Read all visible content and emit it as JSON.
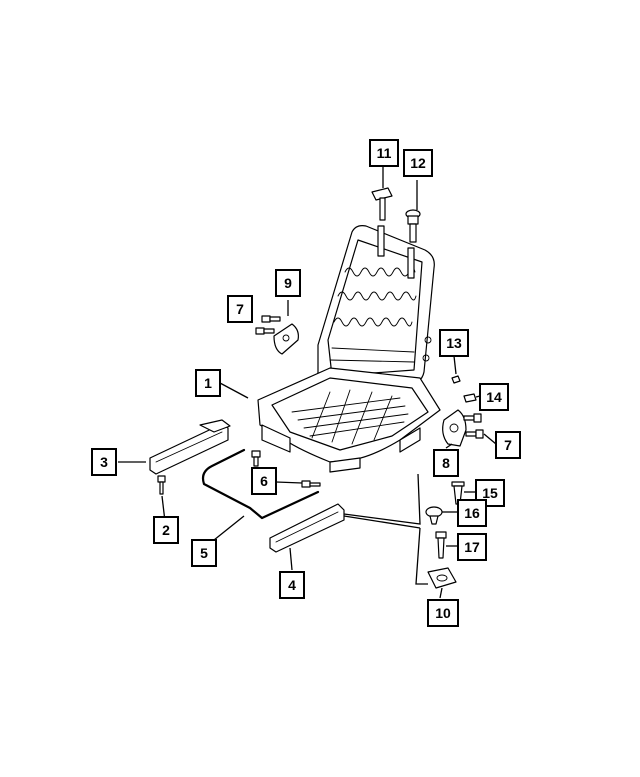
{
  "diagram": {
    "callouts": [
      {
        "id": "c1",
        "label": "1"
      },
      {
        "id": "c2",
        "label": "2"
      },
      {
        "id": "c3",
        "label": "3"
      },
      {
        "id": "c4",
        "label": "4"
      },
      {
        "id": "c5",
        "label": "5"
      },
      {
        "id": "c6",
        "label": "6"
      },
      {
        "id": "c7a",
        "label": "7"
      },
      {
        "id": "c7b",
        "label": "7"
      },
      {
        "id": "c8",
        "label": "8"
      },
      {
        "id": "c9",
        "label": "9"
      },
      {
        "id": "c10",
        "label": "10"
      },
      {
        "id": "c11",
        "label": "11"
      },
      {
        "id": "c12",
        "label": "12"
      },
      {
        "id": "c13",
        "label": "13"
      },
      {
        "id": "c14",
        "label": "14"
      },
      {
        "id": "c15",
        "label": "15"
      },
      {
        "id": "c16",
        "label": "16"
      },
      {
        "id": "c17",
        "label": "17"
      }
    ]
  }
}
